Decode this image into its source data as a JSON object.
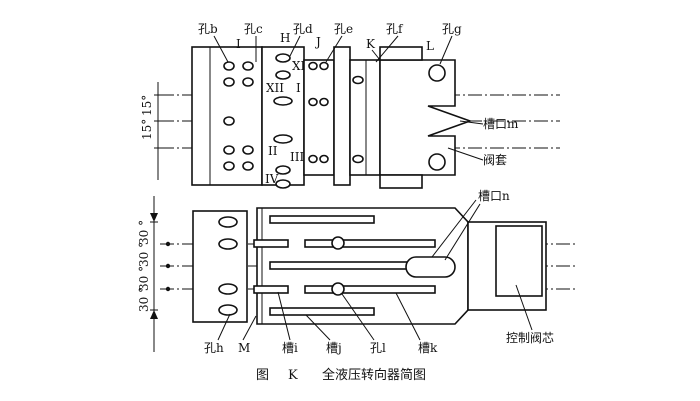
{
  "labels": {
    "hole_b": "孔b",
    "hole_c": "孔c",
    "hole_d": "孔d",
    "hole_e": "孔e",
    "hole_f": "孔f",
    "hole_g": "孔g",
    "I": "I",
    "H": "H",
    "J": "J",
    "K": "K",
    "L": "L",
    "XI": "XI",
    "XII": "XII",
    "I2": "I",
    "II": "II",
    "III": "III",
    "IV": "IV",
    "slot_m": "槽口m",
    "sleeve": "阀套",
    "slot_n": "槽口n",
    "spool": "控制阀芯",
    "hole_h": "孔h",
    "M": "M",
    "slot_i": "槽i",
    "slot_j": "槽j",
    "hole_l": "孔l",
    "slot_k": "槽k"
  },
  "angles": {
    "top_left": "15°",
    "top_right": "15°",
    "b1": "30 °",
    "b2": "30 °",
    "b3": "30 °",
    "b4": "30 °"
  },
  "caption": {
    "fig": "图",
    "letter": "K",
    "title": "全液压转向器简图"
  }
}
